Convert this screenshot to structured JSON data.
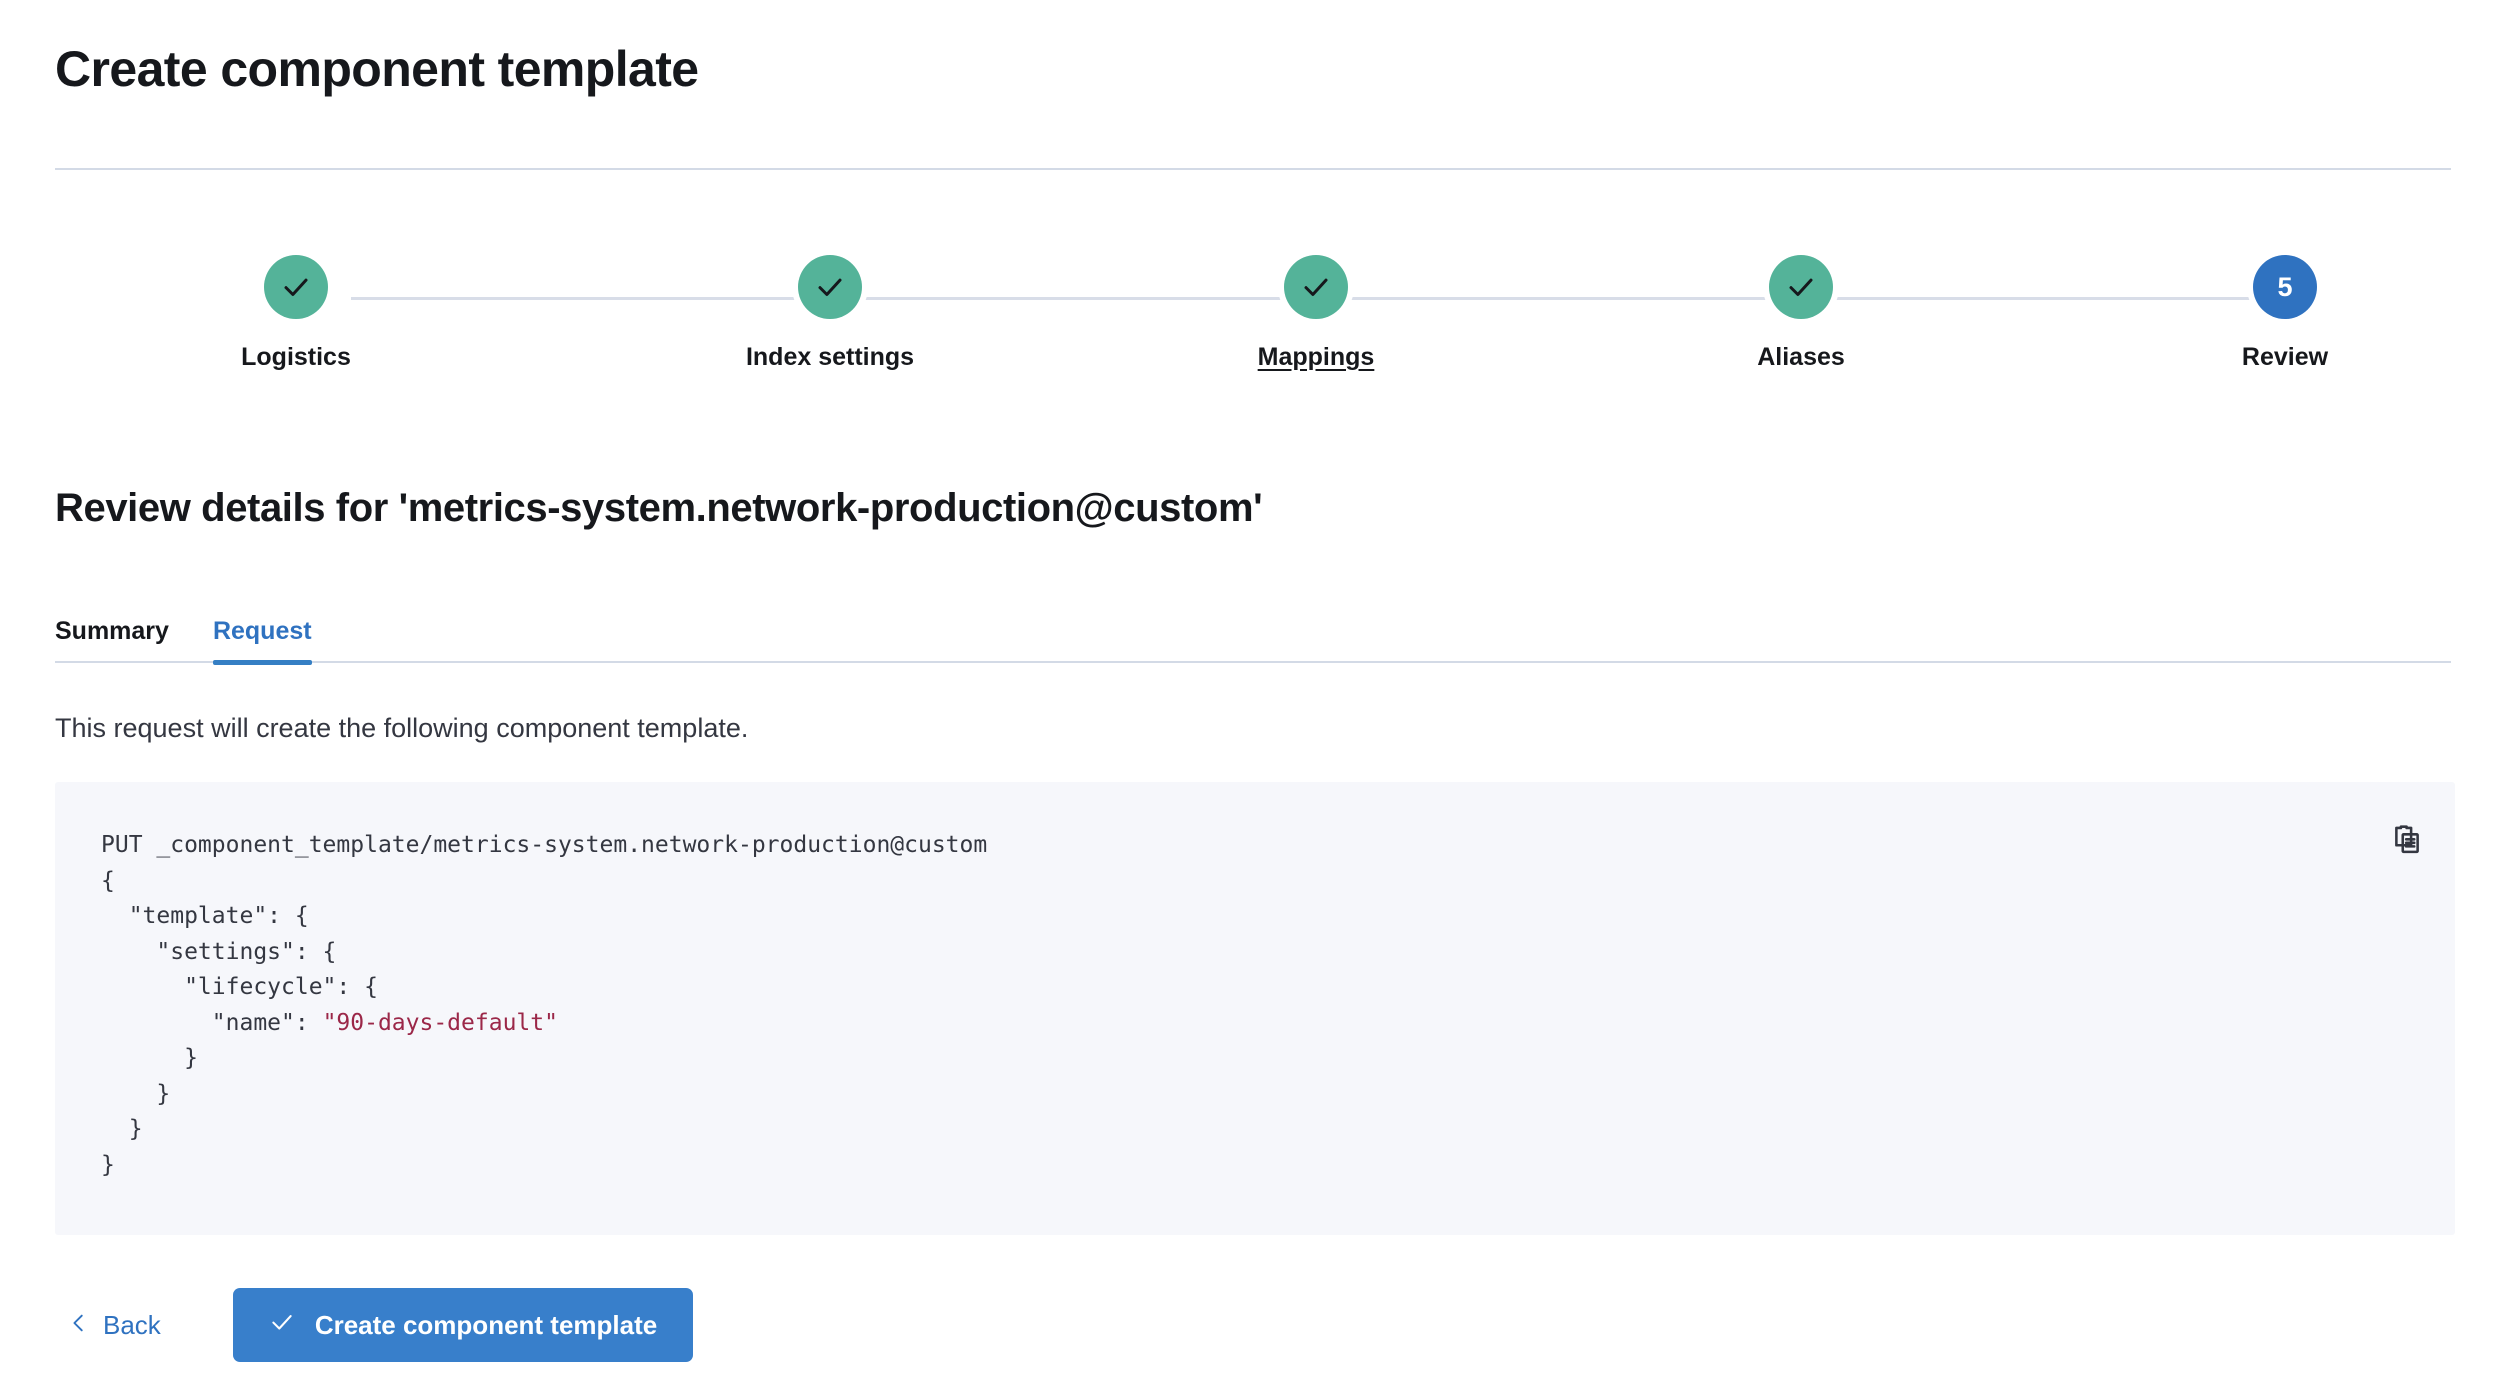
{
  "header": {
    "title": "Create component template"
  },
  "stepper": {
    "steps": [
      {
        "label": "Logistics",
        "state": "complete",
        "icon": "check-icon",
        "number": "1",
        "underlined": false
      },
      {
        "label": "Index settings",
        "state": "complete",
        "icon": "check-icon",
        "number": "2",
        "underlined": false
      },
      {
        "label": "Mappings",
        "state": "complete",
        "icon": "check-icon",
        "number": "3",
        "underlined": true
      },
      {
        "label": "Aliases",
        "state": "complete",
        "icon": "check-icon",
        "number": "4",
        "underlined": false
      },
      {
        "label": "Review",
        "state": "current",
        "icon": "step-number",
        "number": "5",
        "underlined": false
      }
    ],
    "complete_color": "#54B399",
    "current_color": "#2F72C0",
    "track_color": "#D8DDE8"
  },
  "review": {
    "heading": "Review details for 'metrics-system.network-production@custom'",
    "tabs": [
      {
        "label": "Summary",
        "active": false
      },
      {
        "label": "Request",
        "active": true
      }
    ],
    "description": "This request will create the following component template.",
    "accent_color": "#2F72C0"
  },
  "code": {
    "copy_icon": "copy-clipboard-icon",
    "method": "PUT",
    "path": "_component_template/metrics-system.network-production@custom",
    "string_color": "#9B2748",
    "background": "#F6F7FB",
    "lines": [
      {
        "text": "PUT _component_template/metrics-system.network-production@custom"
      },
      {
        "text": "{"
      },
      {
        "text": "  \"template\": {"
      },
      {
        "text": "    \"settings\": {"
      },
      {
        "text": "      \"lifecycle\": {"
      },
      {
        "text": "        \"name\": ",
        "string": "\"90-days-default\""
      },
      {
        "text": "      }"
      },
      {
        "text": "    }"
      },
      {
        "text": "  }"
      },
      {
        "text": "}"
      }
    ]
  },
  "footer": {
    "back_label": "Back",
    "back_icon": "chevron-left-icon",
    "submit_label": "Create component template",
    "submit_icon": "check-icon",
    "submit_color": "#387FCB"
  }
}
